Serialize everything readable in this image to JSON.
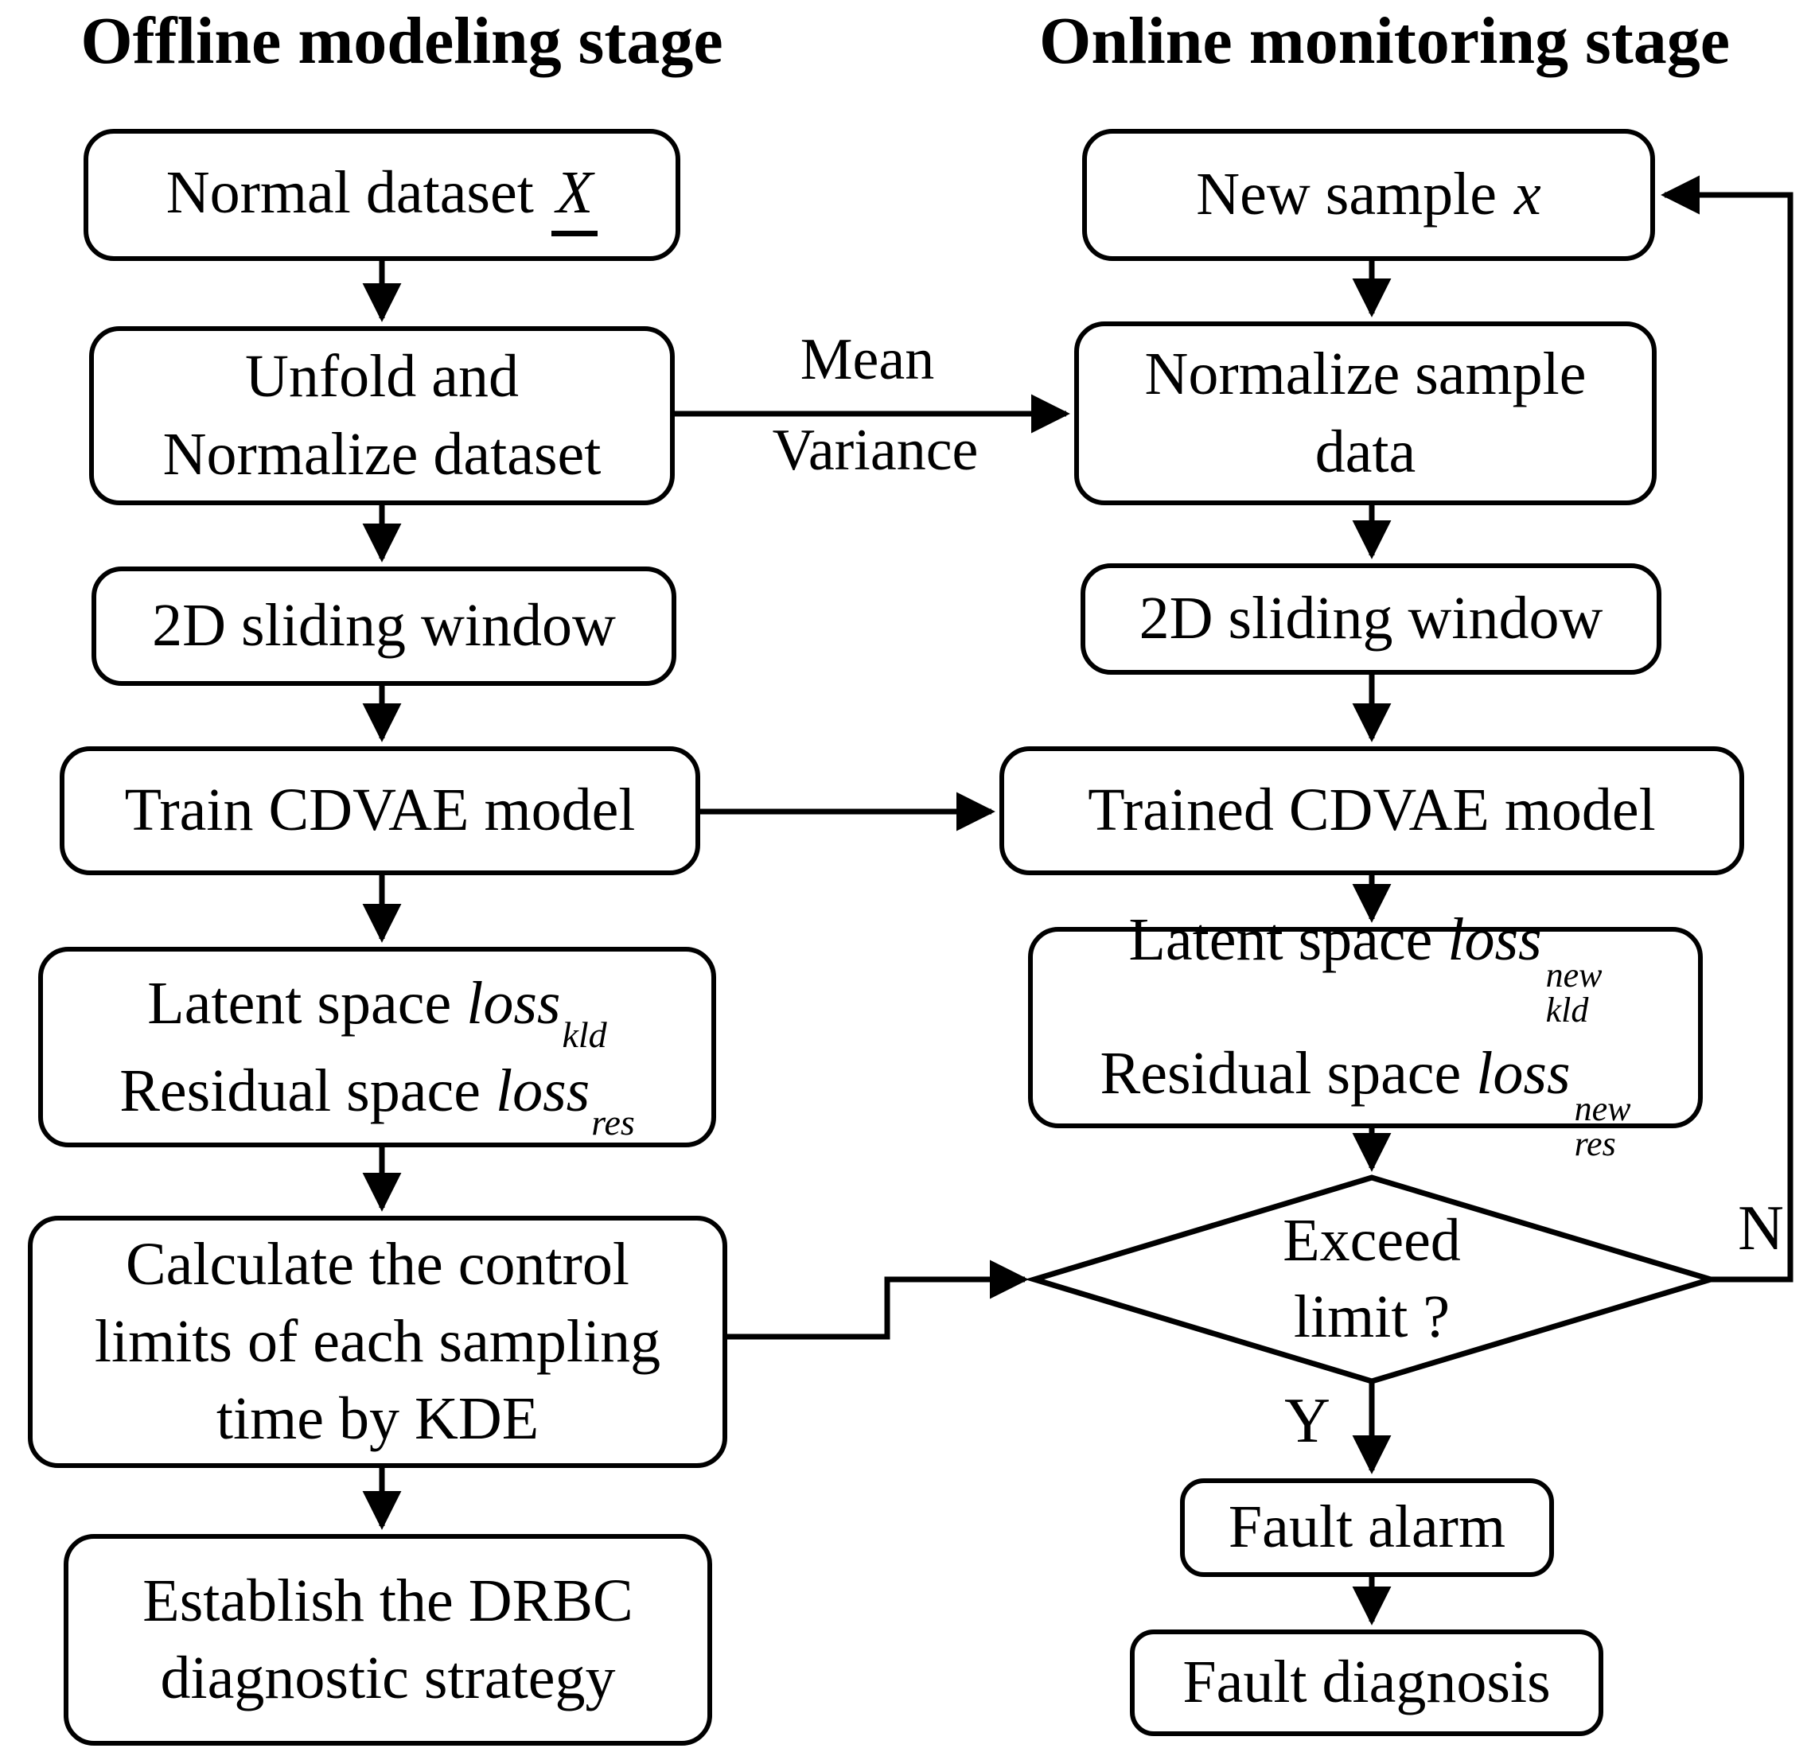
{
  "diagram": {
    "offline": {
      "title": "Offline modeling stage",
      "normal_dataset": {
        "text": "Normal dataset",
        "symbol": "X"
      },
      "unfold": {
        "line1": "Unfold and",
        "line2": "Normalize dataset"
      },
      "sliding_window": "2D sliding window",
      "train": "Train CDVAE model",
      "loss": {
        "line1_text": "Latent space",
        "line1_symbol": "loss",
        "line1_sub": "kld",
        "line2_text": "Residual space",
        "line2_symbol": "loss",
        "line2_sub": "res"
      },
      "kde": {
        "line1": "Calculate the control",
        "line2": "limits of each sampling",
        "line3": "time by KDE"
      },
      "drbc": {
        "line1": "Establish the DRBC",
        "line2": "diagnostic strategy"
      }
    },
    "online": {
      "title": "Online monitoring stage",
      "new_sample": {
        "text": "New sample",
        "symbol": "x"
      },
      "normalize": {
        "line1": "Normalize sample",
        "line2": "data"
      },
      "sliding_window": "2D sliding window",
      "trained": "Trained CDVAE model",
      "loss": {
        "line1_text": "Latent space",
        "line1_symbol": "loss",
        "line1_sup": "new",
        "line1_sub": "kld",
        "line2_text": "Residual space",
        "line2_symbol": "loss",
        "line2_sup": "new",
        "line2_sub": "res"
      },
      "decision": {
        "line1": "Exceed",
        "line2": "limit ?"
      },
      "fault_alarm": "Fault alarm",
      "fault_diagnosis": "Fault diagnosis"
    },
    "labels": {
      "mean": "Mean",
      "variance": "Variance",
      "no": "N",
      "yes": "Y"
    },
    "colors": {
      "stroke": "#000000",
      "fill": "#ffffff"
    }
  }
}
